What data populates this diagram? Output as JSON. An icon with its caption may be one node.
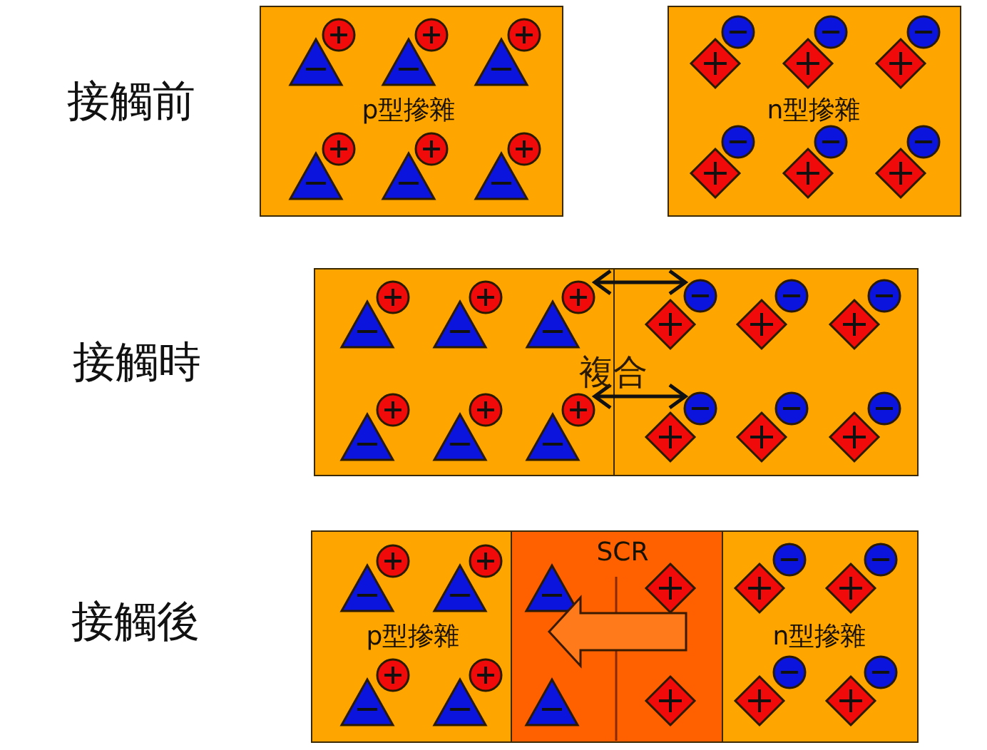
{
  "diagram": {
    "nodes": [
      {
        "text": [
          "p型摻雜"
        ]
      },
      {
        "text": [
          "n型摻雜"
        ]
      },
      {
        "text": [],
        "shape": "box"
      },
      {
        "text": [],
        "shape": "box"
      },
      {
        "text": [
          "p型摻雜"
        ]
      },
      {
        "text": [
          "SCR"
        ]
      },
      {
        "text": [
          "n型摻雜"
        ]
      }
    ],
    "edges": [
      {
        "from": 2,
        "to": 3,
        "arrow": "both"
      },
      {
        "from": 2,
        "to": 3,
        "arrow": "both"
      },
      {
        "from": 6,
        "to": 4,
        "arrow": "to",
        "style": "thick"
      }
    ],
    "labels": [
      "接觸前",
      "接觸時",
      "複合",
      "接觸後"
    ]
  }
}
